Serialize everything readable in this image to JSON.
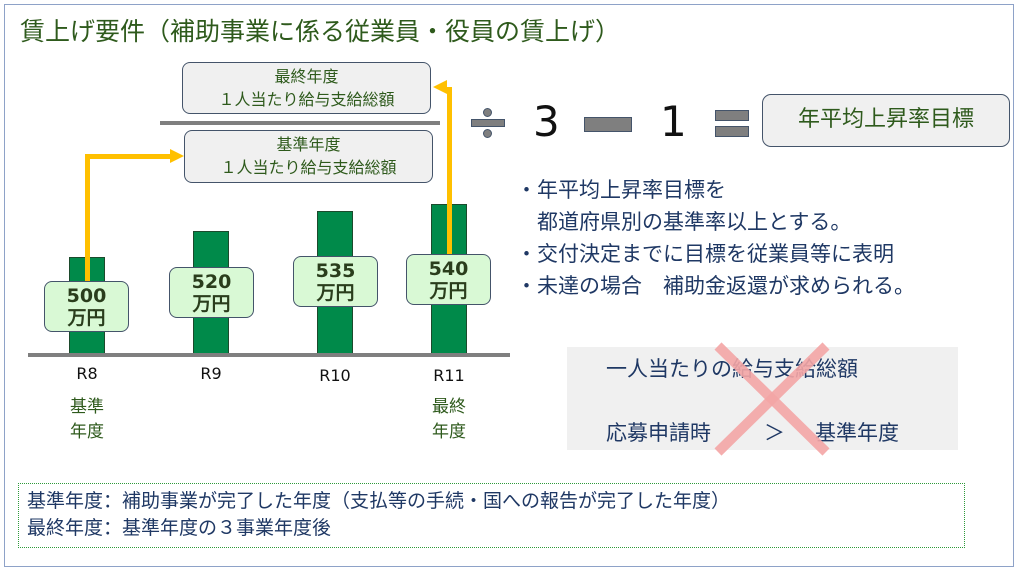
{
  "title": "賃上げ要件（補助事業に係る従業員・役員の賃上げ）",
  "numerator_box": {
    "line1": "最終年度",
    "line2": "１人当たり給与支給総額"
  },
  "denominator_box": {
    "line1": "基準年度",
    "line2": "１人当たり給与支給総額"
  },
  "formula": {
    "divide": "÷",
    "three": "3",
    "one": "1",
    "result": "年平均上昇率目標"
  },
  "chart_data": {
    "type": "bar",
    "categories": [
      "R8",
      "R9",
      "R10",
      "R11"
    ],
    "values": [
      500,
      520,
      535,
      540
    ],
    "value_labels": [
      {
        "num": "500",
        "unit": "万円"
      },
      {
        "num": "520",
        "unit": "万円"
      },
      {
        "num": "535",
        "unit": "万円"
      },
      {
        "num": "540",
        "unit": "万円"
      }
    ],
    "sub_labels": {
      "R8": [
        "基準",
        "年度"
      ],
      "R11": [
        "最終",
        "年度"
      ]
    }
  },
  "bullets": [
    "・年平均上昇率目標を",
    "　都道府県別の基準率以上とする。",
    "・交付決定までに目標を従業員等に表明",
    "・未達の場合　補助金返還が求められる。"
  ],
  "crossed_box": {
    "line1": "一人当たりの給与支給総額",
    "line2_left": "応募申請時",
    "line2_op": "＞",
    "line2_right": "基準年度"
  },
  "notes": [
    "基準年度：補助事業が完了した年度（支払等の手続・国への報告が完了した年度）",
    "最終年度：基準年度の３事業年度後"
  ],
  "colors": {
    "bar": "#008a4a",
    "arrow": "#ffc000",
    "cross": "#f4a6a6"
  }
}
